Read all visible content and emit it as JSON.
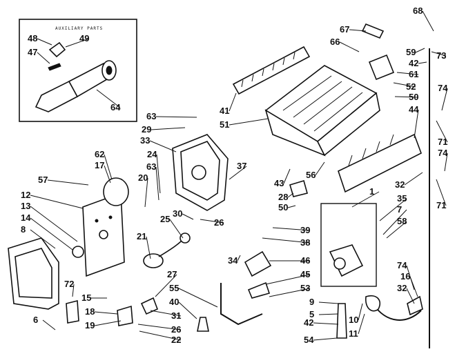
{
  "inset": {
    "title": "AUXILIARY PARTS"
  },
  "callouts": [
    "48",
    "49",
    "47",
    "64",
    "68",
    "67",
    "66",
    "59",
    "73",
    "42",
    "61",
    "52",
    "50",
    "41",
    "51",
    "44",
    "63",
    "29",
    "33",
    "74",
    "71",
    "74",
    "71",
    "32",
    "62",
    "17",
    "57",
    "24",
    "63",
    "20",
    "37",
    "43",
    "56",
    "28",
    "50",
    "12",
    "13",
    "14",
    "8",
    "30",
    "26",
    "25",
    "21",
    "39",
    "38",
    "34",
    "1",
    "35",
    "7",
    "58",
    "46",
    "45",
    "53",
    "74",
    "16",
    "32",
    "27",
    "55",
    "40",
    "9",
    "5",
    "42",
    "10",
    "11",
    "54",
    "15",
    "72",
    "18",
    "19",
    "6",
    "31",
    "26",
    "22"
  ]
}
